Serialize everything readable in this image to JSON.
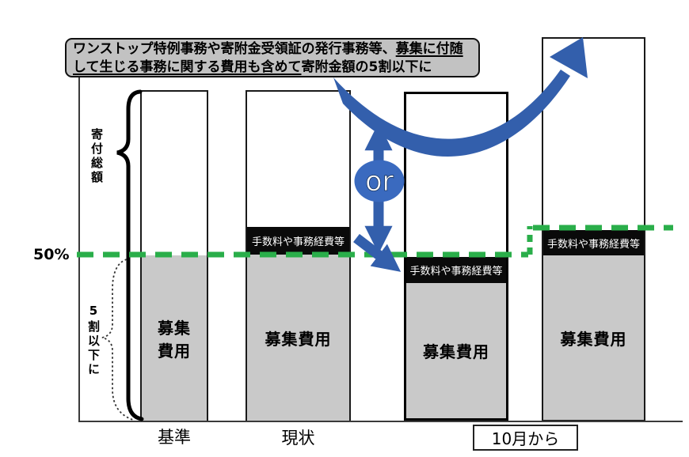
{
  "callout": {
    "line1_text": "ワンストップ特例事務や寄附金受領証の発行事務等、",
    "line1_underlined": "募集に付随",
    "line2_underlined": "して生じる事務に関する費用も含めて",
    "line2_text": "寄附金額の5割以下に"
  },
  "left_labels": {
    "fifty_percent": "50%",
    "donation_total": "寄付総額",
    "half_or_less": "5割以下に"
  },
  "or_badge": "or",
  "bars": [
    {
      "x_label": "基準",
      "cost_l1": "募集",
      "cost_l2": "費用"
    },
    {
      "x_label": "現状",
      "band": "手数料や事務経費等",
      "cost": "募集費用"
    },
    {
      "x_label": "",
      "band": "手数料や事務経費等",
      "cost": "募集費用"
    },
    {
      "x_label": "10月から",
      "band": "手数料や事務経費等",
      "cost": "募集費用"
    }
  ],
  "colors": {
    "green_dash": "#2aae4a",
    "arrow_blue": "#335fac",
    "or_circle_blue": "#3a6abf",
    "bar_gray": "#c9c9c9",
    "band_black": "#0a0a0a",
    "callout_gray": "#c2c2c2"
  }
}
